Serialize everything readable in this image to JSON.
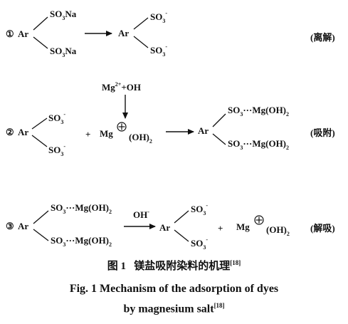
{
  "labels": {
    "n1": "①",
    "n2": "②",
    "n3": "③",
    "ar": "Ar",
    "so3": "SO",
    "three": "3",
    "minus": "-",
    "na": "Na",
    "dots": "···",
    "mgoh": "Mg(OH)",
    "two": "2",
    "mg": "Mg",
    "mg2": "Mg",
    "charge2": "2+",
    "plus_oh": "+OH",
    "oh_par": "(OH)",
    "oh_minus": "OH",
    "plus": "+",
    "r1": "(离解)",
    "r2": "(吸附)",
    "r3": "(解吸)"
  },
  "caption": {
    "cn_label": "图 1",
    "cn_text": "镁盐吸附染料的机理",
    "ref": "[18]",
    "en_line1": "Fig. 1   Mechanism of the adsorption of dyes",
    "en_line2": "by magnesium salt"
  }
}
